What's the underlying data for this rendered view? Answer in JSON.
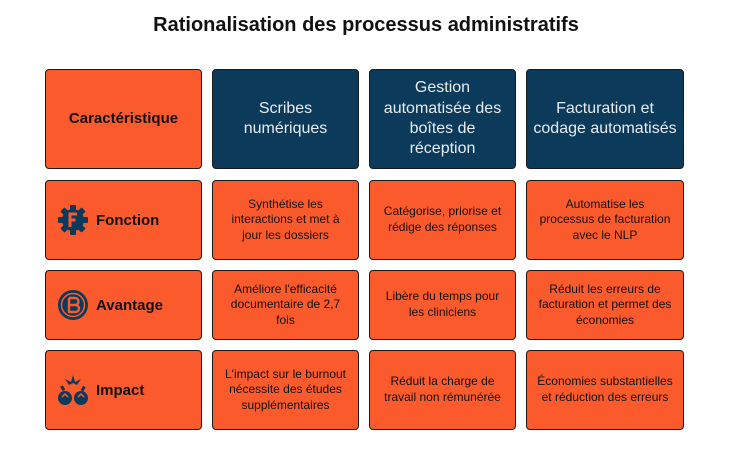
{
  "title": "Rationalisation des processus administratifs",
  "headers": [
    "Caractéristique",
    "Scribes numériques",
    "Gestion automatisée des boîtes de réception",
    "Facturation et codage automatisés"
  ],
  "rows": [
    {
      "label": "Fonction",
      "icon": "function-gear-icon",
      "cells": [
        "Synthétise les interactions et met à jour les dossiers",
        "Catégorise, priorise et rédige des réponses",
        "Automatise les processus de facturation avec le NLP"
      ]
    },
    {
      "label": "Avantage",
      "icon": "coin-icon",
      "cells": [
        "Améliore l'efficacité documentaire de 2,7 fois",
        "Libère du temps pour les cliniciens",
        "Réduit les erreurs de facturation et permet des économies"
      ]
    },
    {
      "label": "Impact",
      "icon": "impact-collision-icon",
      "cells": [
        "L'impact sur le burnout nécessite des études supplémentaires",
        "Réduit la charge de travail non rémunérée",
        "Économies substantielles et réduction des erreurs"
      ]
    }
  ],
  "colors": {
    "orange": "#fb5a2c",
    "navy": "#0b3a5b"
  }
}
